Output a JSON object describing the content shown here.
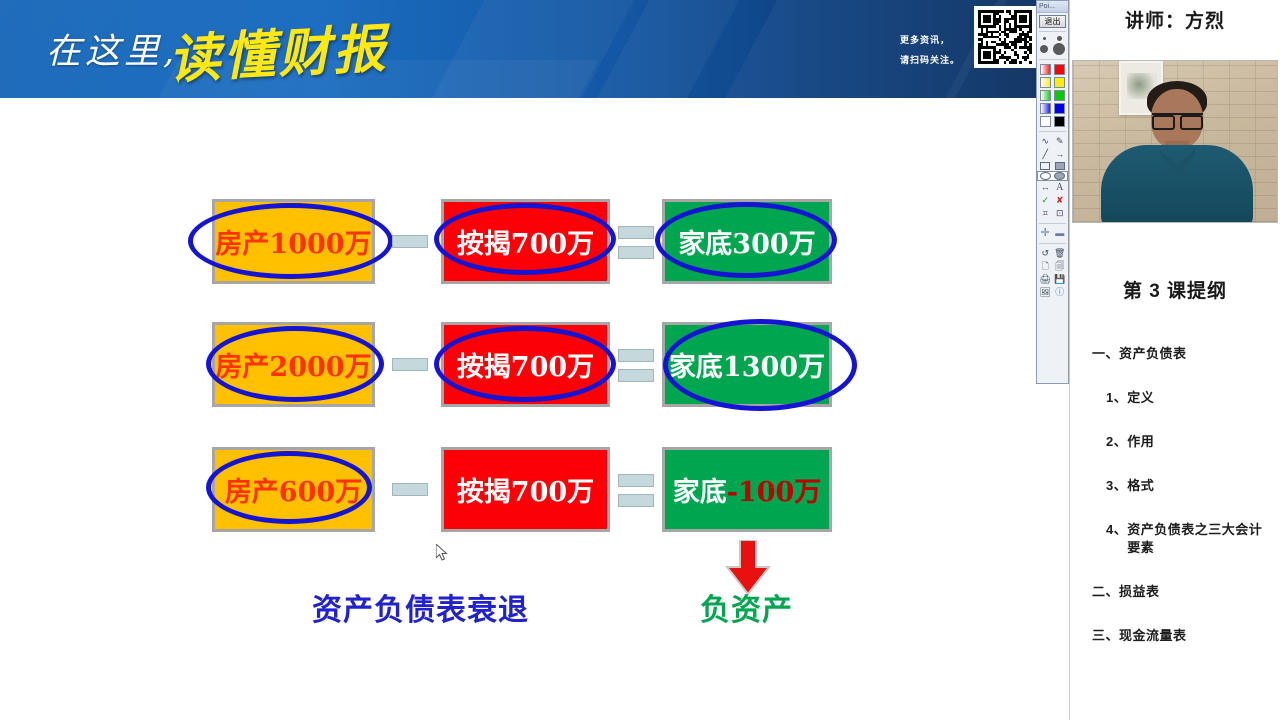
{
  "banner": {
    "line1": "在这里,",
    "line2": "读懂财报",
    "cta_line1": "更多资讯，",
    "cta_line2": "请扫码关注。",
    "qr_name": "qr-code"
  },
  "diagram": {
    "rows": [
      {
        "asset": "房产1000万",
        "op1": "minus",
        "liability": "按揭700万",
        "op2": "equals",
        "equity": "家底300万",
        "equity_label": "家底",
        "equity_value": "300万",
        "circled": [
          "asset",
          "liability",
          "equity"
        ]
      },
      {
        "asset": "房产2000万",
        "op1": "minus",
        "liability": "按揭700万",
        "op2": "equals",
        "equity": "家底1300万",
        "equity_label": "家底",
        "equity_value": "1300万",
        "circled": [
          "asset",
          "liability",
          "equity"
        ]
      },
      {
        "asset": "房产600万",
        "op1": "minus",
        "liability": "按揭700万",
        "op2": "equals",
        "equity": "家底-100万",
        "equity_label": "家底",
        "equity_value": "-100万",
        "circled": [
          "asset"
        ]
      }
    ],
    "caption_left": "资产负债表衰退",
    "caption_right": "负资产",
    "arrow_name": "down-arrow-red",
    "colors": {
      "asset_bg": "#ffc000",
      "asset_text": "#ff3300",
      "liability_bg": "#fb0007",
      "liability_text": "#ffffff",
      "equity_bg": "#00a550",
      "equity_text": "#ffffff",
      "negative_text": "#c00000",
      "ellipse": "#1414d2",
      "caption_left_color": "#2222cc",
      "caption_right_color": "#00a550",
      "operator_bg": "#c5d9dd"
    }
  },
  "toolbar": {
    "title": "Poi...",
    "exit_label": "退出",
    "tools": [
      "pen-size-small",
      "pen-size-large",
      "color-red",
      "color-yellow",
      "color-green",
      "color-blue",
      "color-white",
      "color-black",
      "freehand-icon",
      "highlighter-icon",
      "line-icon",
      "arrow-icon",
      "rectangle-outline-icon",
      "rectangle-filled-icon",
      "ellipse-outline-icon",
      "ellipse-filled-icon",
      "double-arrow-icon",
      "text-icon",
      "check-icon",
      "cross-icon",
      "crop-icon",
      "zoom-icon",
      "add-icon",
      "remove-icon",
      "undo-icon",
      "trash-icon",
      "new-page-icon",
      "copy-icon",
      "print-icon",
      "save-icon",
      "screenshot-icon",
      "info-icon"
    ]
  },
  "sidebar": {
    "instructor": "讲师：方烈",
    "webcam_name": "instructor-webcam",
    "outline_title": "第 3 课提纲",
    "outline": [
      {
        "level": 1,
        "num": "一、",
        "text": "资产负债表"
      },
      {
        "level": 2,
        "num": "1、",
        "text": "定义"
      },
      {
        "level": 2,
        "num": "2、",
        "text": "作用"
      },
      {
        "level": 2,
        "num": "3、",
        "text": "格式"
      },
      {
        "level": 2,
        "num": "4、",
        "text": "资产负债表之三大会计要素"
      },
      {
        "level": 1,
        "num": "二、",
        "text": "损益表"
      },
      {
        "level": 1,
        "num": "三、",
        "text": "现金流量表"
      }
    ]
  }
}
